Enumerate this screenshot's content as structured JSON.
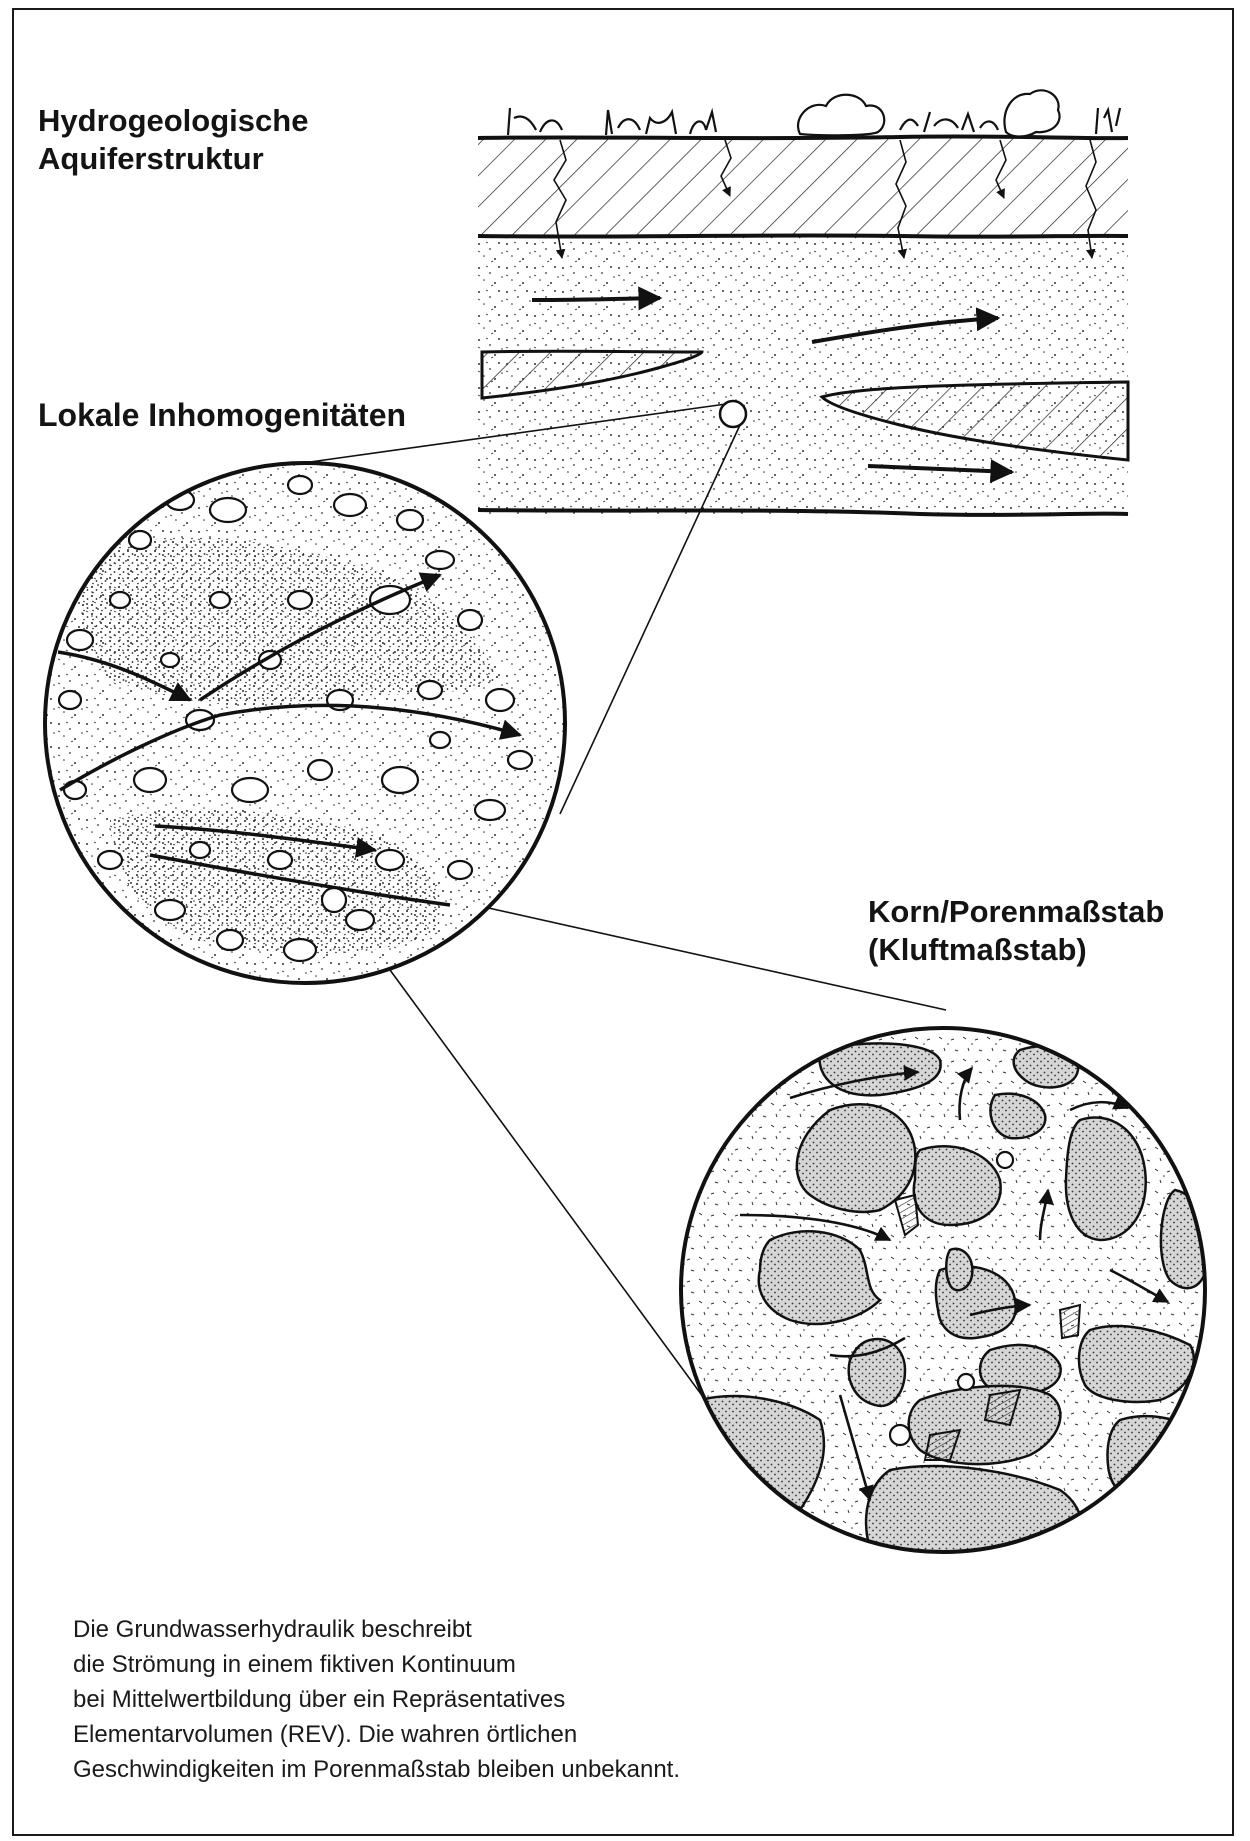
{
  "labels": {
    "aquifer_title_line1": "Hydrogeologische",
    "aquifer_title_line2": "Aquiferstruktur",
    "local_title": "Lokale Inhomogenitäten",
    "grain_title_line1": "Korn/Porenmaßstab",
    "grain_title_line2": "(Kluftmaßstab)"
  },
  "caption": {
    "lines": [
      "Die Grundwasserhydraulik beschreibt",
      "die Strömung in einem fiktiven Kontinuum",
      "bei Mittelwertbildung über ein Repräsentatives",
      "Elementarvolumen (REV). Die wahren örtlichen",
      "Geschwindigkeiten im Porenmaßstab bleiben unbekannt."
    ]
  },
  "colors": {
    "ink": "#141414",
    "stipple_fill": "#cfcfcf",
    "background": "#ffffff"
  }
}
